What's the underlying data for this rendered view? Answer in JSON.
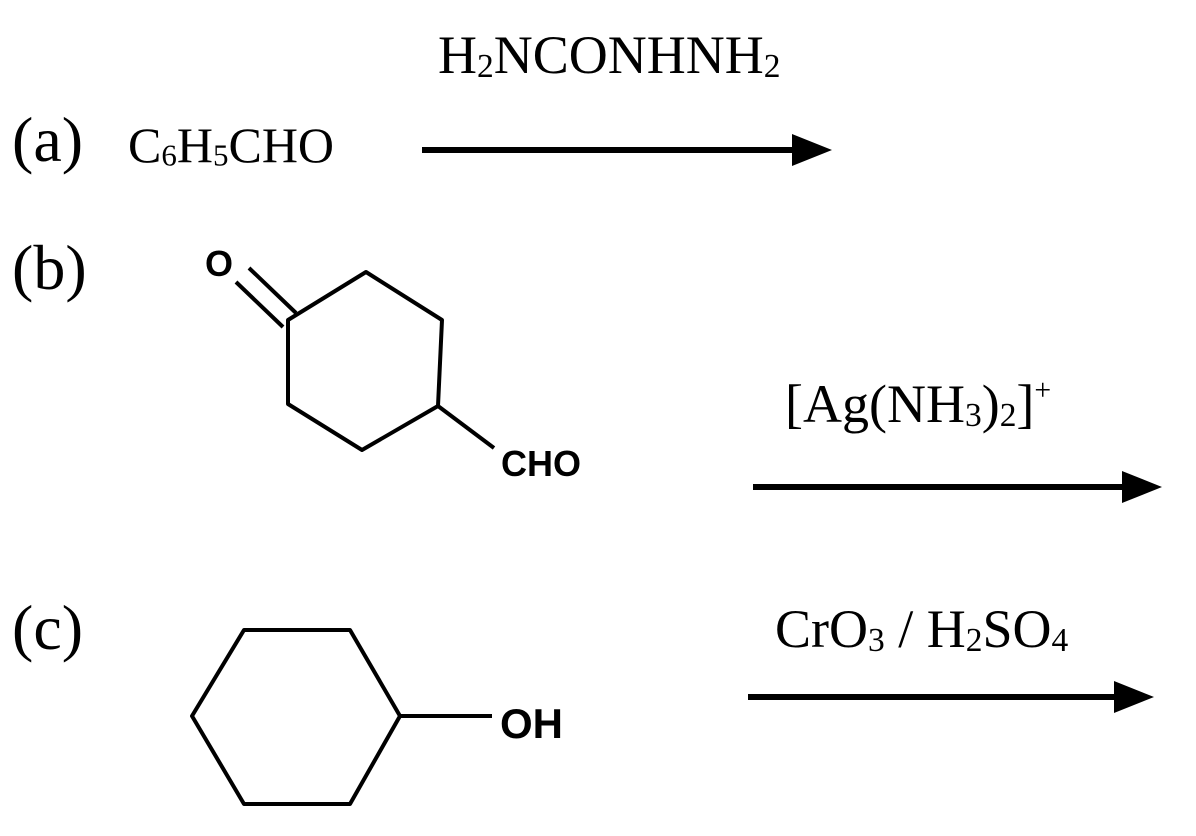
{
  "reactions": [
    {
      "label": "(a)",
      "reactant": {
        "prefix": "C",
        "s1": "6",
        "mid": "H",
        "s2": "5",
        "suffix": "CHO"
      },
      "reagent": {
        "p1": "H",
        "s1": "2",
        "p2": "NCONHNH",
        "s2": "2"
      }
    },
    {
      "label": "(b)",
      "atoms": {
        "oxygen": "O",
        "substituent": "CHO"
      },
      "reagent": {
        "p1": "[Ag(NH",
        "s1": "3",
        "p2": ")",
        "s2": "2",
        "p3": "]",
        "sup": "+"
      }
    },
    {
      "label": "(c)",
      "atoms": {
        "substituent": "OH"
      },
      "reagent": {
        "p1": "CrO",
        "s1": "3",
        "p2": " / H",
        "s2": "2",
        "p3": "SO",
        "s3": "4"
      }
    }
  ]
}
